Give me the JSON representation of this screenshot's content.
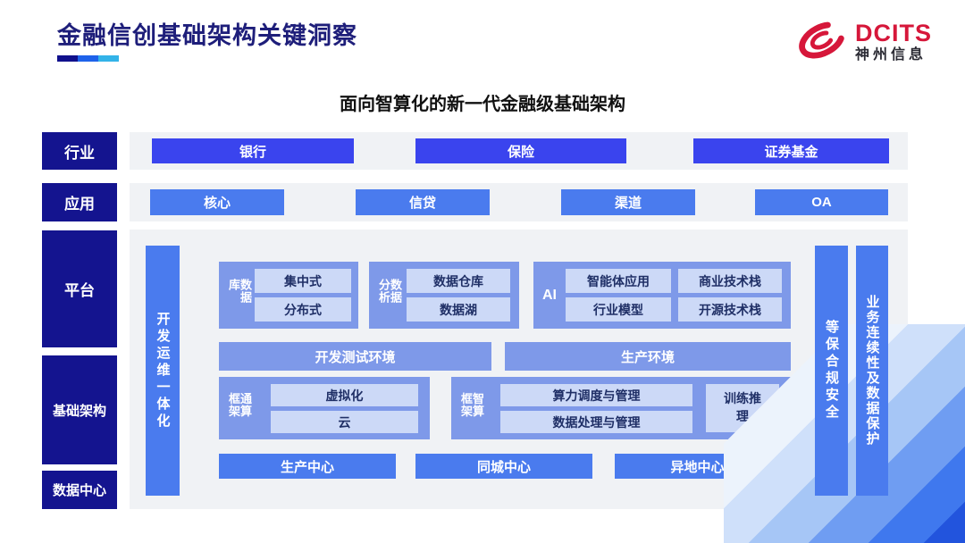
{
  "header": {
    "title": "金融信创基础架构关键洞察",
    "logo": {
      "brand": "DCITS",
      "company": "神州信息"
    }
  },
  "diagram": {
    "subtitle": "面向智算化的新一代金融级基础架构",
    "sidebar": [
      "行业",
      "应用",
      "平台",
      "基础架构",
      "数据中心"
    ],
    "industries": [
      "银行",
      "保险",
      "证券基金"
    ],
    "applications": [
      "核心",
      "信贷",
      "渠道",
      "OA"
    ],
    "devops_bar": "开发运维一体化",
    "platform": {
      "database": {
        "label": "数据库",
        "items": [
          "集中式",
          "分布式"
        ]
      },
      "analytics": {
        "label": "数据分析",
        "items": [
          "数据仓库",
          "数据湖"
        ]
      },
      "ai": {
        "label": "AI",
        "items": [
          "智能体应用",
          "商业技术栈",
          "行业模型",
          "开源技术栈"
        ]
      }
    },
    "environments": [
      "开发测试环境",
      "生产环境"
    ],
    "frameworks": {
      "general": {
        "label": "通算框架",
        "items": [
          "虚拟化",
          "云"
        ]
      },
      "intelligent": {
        "label": "智算框架",
        "items": [
          "算力调度与管理",
          "数据处理与管理"
        ],
        "side": "训练推理"
      }
    },
    "centers": [
      "生产中心",
      "同城中心",
      "异地中心"
    ],
    "right_bars": [
      "等保合规安全",
      "业务连续性及数据保护"
    ]
  },
  "colors": {
    "sidebar_navy": "#14148f",
    "industry_blue": "#3a44ee",
    "app_blue": "#4a7bee",
    "group_periwinkle": "#7e99e9",
    "inner_light": "#ccd9f7",
    "panel_gray": "#f0f2f5",
    "title_navy": "#1e1e7a",
    "logo_red": "#d6173a"
  }
}
